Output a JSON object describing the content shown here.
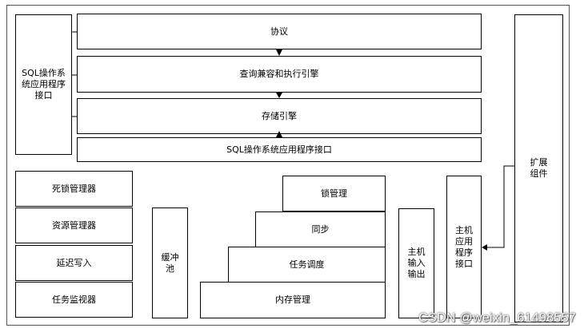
{
  "diagram": {
    "left_api": "SQL操作系统应用程序接口",
    "protocol": "协议",
    "query_engine": "查询兼容和执行引擎",
    "storage_engine": "存储引擎",
    "bottom_api": "SQL操作系统应用程序接口",
    "deadlock_manager": "死锁管理器",
    "resource_manager": "资源管理器",
    "lazy_writer": "延迟写入",
    "task_monitor": "任务监视器",
    "buffer_pool": "缓冲池",
    "lock_manager": "锁管理",
    "sync": "同步",
    "task_scheduling": "任务调度",
    "memory_manager": "内存管理",
    "host_io": "主机输入输出",
    "host_api": "主机应用程序接口",
    "extension": "扩展组件"
  },
  "watermark": "CSDN @weixin_61498557"
}
